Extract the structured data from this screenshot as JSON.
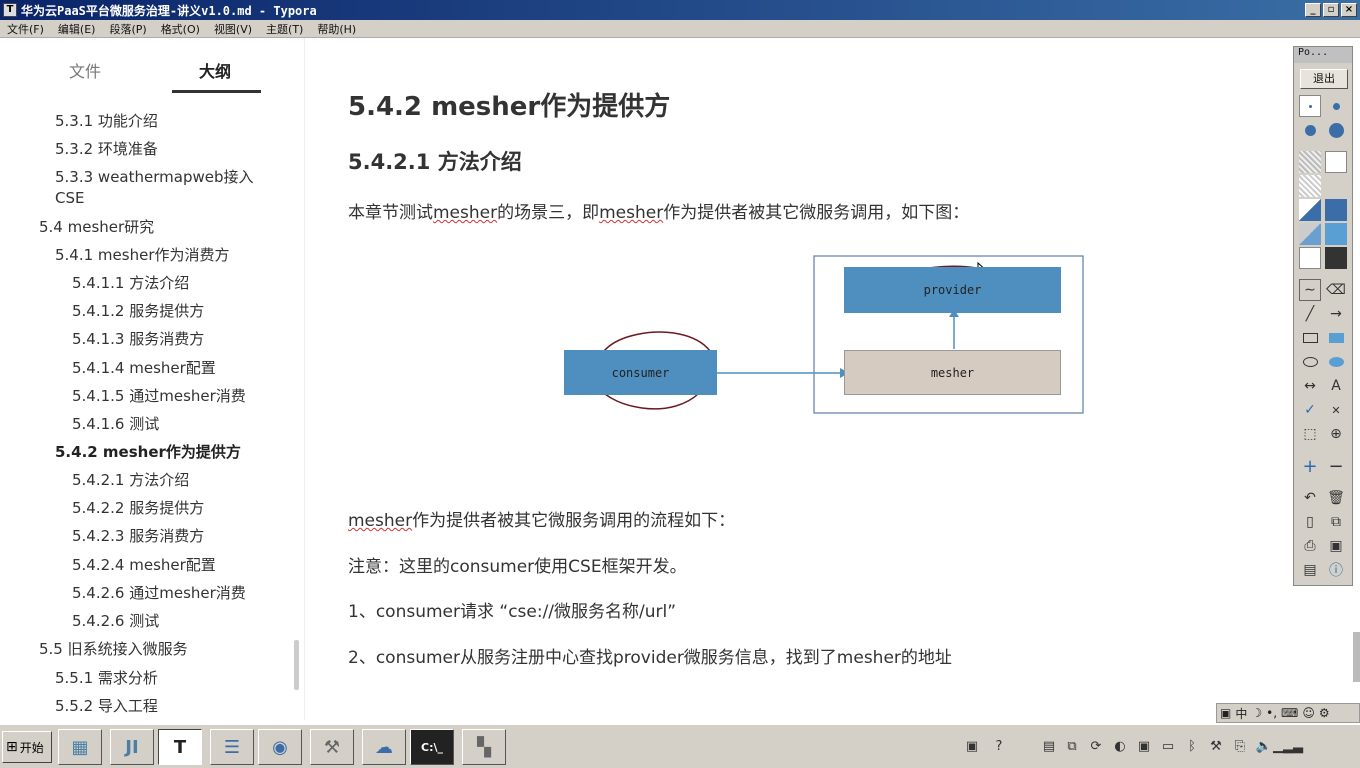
{
  "window": {
    "title": "华为云PaaS平台微服务治理-讲义v1.0.md - Typora",
    "app_icon": "T",
    "buttons": [
      "_",
      "▫",
      "×"
    ]
  },
  "menu": [
    "文件(F)",
    "编辑(E)",
    "段落(P)",
    "格式(O)",
    "视图(V)",
    "主题(T)",
    "帮助(H)"
  ],
  "sidebar": {
    "tab_files": "文件",
    "tab_outline": "大纲",
    "items": [
      {
        "label": "5.3.1 功能介绍"
      },
      {
        "label": "5.3.2 环境准备"
      },
      {
        "label": "5.3.3 weathermapweb接入"
      },
      {
        "label": "CSE"
      },
      {
        "label": "5.4 mesher研究"
      },
      {
        "label": "5.4.1 mesher作为消费方"
      },
      {
        "label": "5.4.1.1 方法介绍"
      },
      {
        "label": "5.4.1.2 服务提供方"
      },
      {
        "label": "5.4.1.3 服务消费方"
      },
      {
        "label": "5.4.1.4 mesher配置"
      },
      {
        "label": "5.4.1.5 通过mesher消费"
      },
      {
        "label": "5.4.1.6 测试"
      },
      {
        "label": "5.4.2 mesher作为提供方"
      },
      {
        "label": "5.4.2.1 方法介绍"
      },
      {
        "label": "5.4.2.2 服务提供方"
      },
      {
        "label": "5.4.2.3 服务消费方"
      },
      {
        "label": "5.4.2.4 mesher配置"
      },
      {
        "label": "5.4.2.6 通过mesher消费"
      },
      {
        "label": "5.4.2.6 测试"
      },
      {
        "label": "5.5 旧系统接入微服务"
      },
      {
        "label": "5.5.1 需求分析"
      },
      {
        "label": "5.5.2 导入工程"
      }
    ],
    "footer_back": "‹",
    "footer_source": "</>"
  },
  "content": {
    "heading2": "5.4.2 mesher作为提供方",
    "heading3": "5.4.2.1 方法介绍",
    "intro_pre": "本章节测试",
    "intro_w1": "mesher",
    "intro_mid": "的场景三，即",
    "intro_w2": "mesher",
    "intro_post": "作为提供者被其它微服务调用，如下图：",
    "flow_w": "mesher",
    "flow_post": "作为提供者被其它微服务调用的流程如下：",
    "note": "注意：这里的consumer使用CSE框架开发。",
    "step1": "1、consumer请求 “cse://微服务名称/url”",
    "step2": "2、consumer从服务注册中心查找provider微服务信息，找到了mesher的地址"
  },
  "diagram": {
    "consumer": "consumer",
    "mesher": "mesher",
    "provider": "provider",
    "colors": {
      "blue": "#4f8fbf",
      "tan": "#d6cbc0"
    }
  },
  "palette": {
    "title": "Po...",
    "exit": "退出"
  },
  "taskbar": {
    "start": "开始",
    "ime": "中"
  }
}
